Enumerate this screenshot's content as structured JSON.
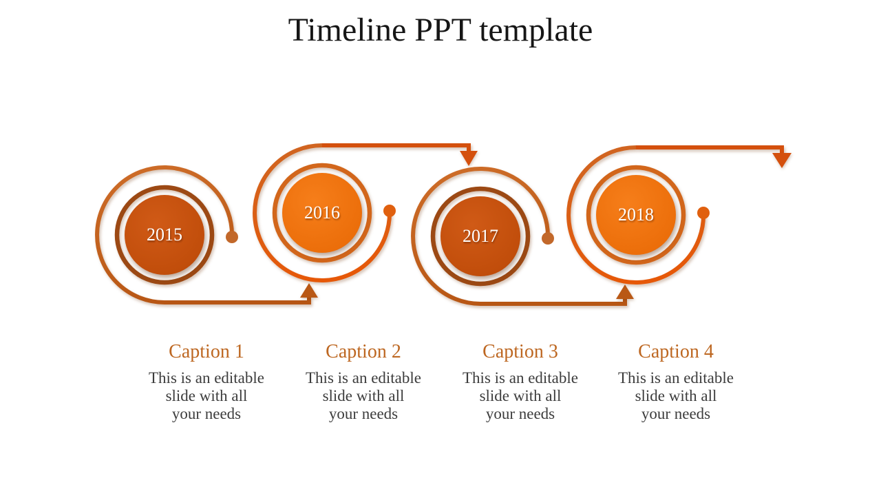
{
  "slide": {
    "title": "Timeline PPT template"
  },
  "colors": {
    "title_text": "#161616",
    "caption_heading": "#bd6721",
    "caption_body": "#3c3c3c",
    "year_text": "#ffffff",
    "odd_fill_center": "#d05a16",
    "odd_fill_edge": "#bd4a08",
    "even_fill_center": "#f67e1a",
    "even_fill_edge": "#e96a06",
    "odd_ring": "#9c4914",
    "even_ring": "#d2661b",
    "odd_spiral_light": "#ce6d29",
    "odd_spiral_dark": "#b75614",
    "even_spiral_light": "#d06521",
    "even_spiral_dark": "#e65808",
    "odd_connector": "#b95815",
    "even_connector": "#d4500d",
    "odd_dot": "#c2682a",
    "even_dot": "#e0600f"
  },
  "timeline": {
    "items": [
      {
        "year": "2015",
        "caption_title": "Caption 1",
        "caption_lines": [
          "This is an editable",
          "slide with all",
          "your needs"
        ]
      },
      {
        "year": "2016",
        "caption_title": "Caption 2",
        "caption_lines": [
          "This is an editable",
          "slide with all",
          "your needs"
        ]
      },
      {
        "year": "2017",
        "caption_title": "Caption 3",
        "caption_lines": [
          "This is an editable",
          "slide with all",
          "your needs"
        ]
      },
      {
        "year": "2018",
        "caption_title": "Caption 4",
        "caption_lines": [
          "This is an editable",
          "slide with all",
          "your needs"
        ]
      }
    ]
  }
}
